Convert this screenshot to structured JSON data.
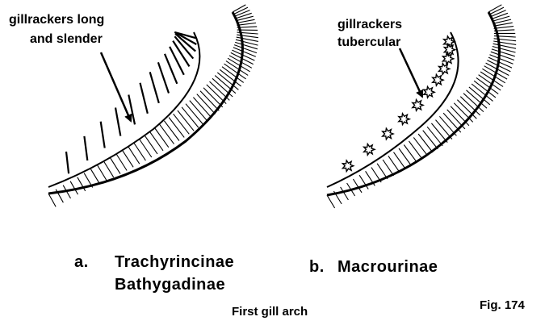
{
  "figure": {
    "panel_a": {
      "callout_line1": "gillrackers long",
      "callout_line2": "and slender",
      "letter": "a.",
      "taxon1": "Trachyrincinae",
      "taxon2": "Bathygadinae"
    },
    "panel_b": {
      "callout_line1": "gillrackers",
      "callout_line2": "tubercular",
      "letter": "b.",
      "taxon": "Macrourinae"
    },
    "caption": "First gill arch",
    "fig_number": "Fig. 174"
  }
}
